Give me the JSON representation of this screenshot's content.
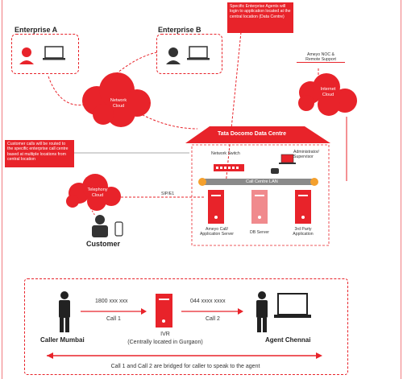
{
  "top": {
    "enterprise_a": "Enterprise A",
    "enterprise_b": "Enterprise B",
    "agents_note": "Specific Enterprise Agents will login to application located at the central location (Data Centre)",
    "network_cloud": "Network\nCloud",
    "internet_cloud": "Internet\nCloud",
    "noc": "Ameyo NOC &\nRemote Support",
    "routing_note": "Customer calls will be routed to the specific enterprise call centre based at multiple locations from central location",
    "data_centre": "Tata Docomo Data Centre",
    "network_switch": "Network Switch",
    "admin": "Administrator/\nSupervisor",
    "lan": "Call Centre LAN",
    "telephony_cloud": "Telephony\nCloud",
    "sip": "SIP/E1",
    "customer": "Customer",
    "servers": [
      "Ameyo Call/\nApplication Server",
      "DB Server",
      "3rd Party\nApplication"
    ]
  },
  "bottom": {
    "caller": "Caller Mumbai",
    "agent": "Agent Chennai",
    "number1": "1800 xxx xxx",
    "call1": "Call 1",
    "number2": "044 xxxx xxxx",
    "call2": "Call 2",
    "ivr": "IVR",
    "ivr_location": "(Centrally located in Gurgaon)",
    "bridge": "Call 1 and Call 2 are bridged for caller to speak to the agent"
  },
  "colors": {
    "brand": "#e8232a",
    "dark": "#222222",
    "muted": "#888888"
  },
  "icons": [
    "headset-agent-icon",
    "laptop-icon",
    "network-switch-icon",
    "phone-icon",
    "server-icon",
    "user-silhouette-icon",
    "mobile-phone-icon"
  ]
}
